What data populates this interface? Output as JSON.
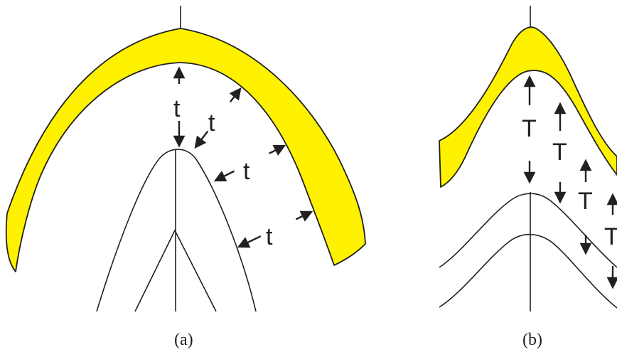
{
  "figure": {
    "panels": [
      {
        "id": "a",
        "caption": "(a)",
        "thickness_label": "t",
        "thickness_measurements": 4
      },
      {
        "id": "b",
        "caption": "(b)",
        "thickness_label": "T",
        "thickness_measurements": 4
      }
    ],
    "colors": {
      "layer_fill": "#fff200",
      "line": "#231f20",
      "background": "#ffffff"
    }
  }
}
